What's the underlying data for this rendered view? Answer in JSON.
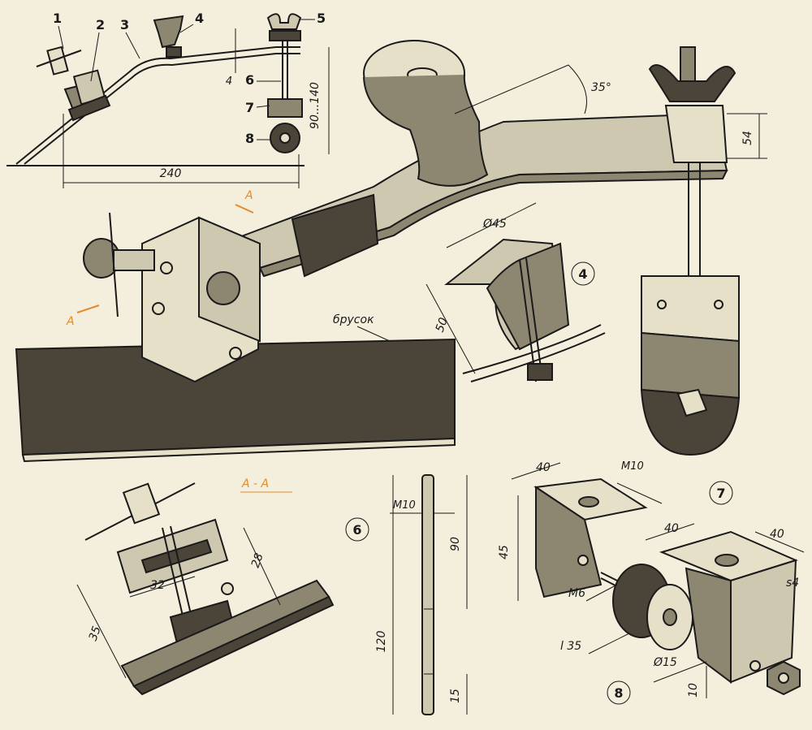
{
  "callouts": {
    "c1": "1",
    "c2": "2",
    "c3": "3",
    "c4": "4",
    "c5": "5",
    "c6": "6",
    "c7": "7",
    "c8": "8"
  },
  "side_view_dims": {
    "length": "240",
    "height": "90...140",
    "thickness": "4"
  },
  "main_view": {
    "angle": "35°",
    "width": "54",
    "section_marker_top": "A",
    "section_marker_left": "A",
    "stone_label": "брусок"
  },
  "detail_4": {
    "id": "4",
    "diameter": "Ø45",
    "height": "50"
  },
  "section_aa": {
    "title": "А - А",
    "dim_35": "35",
    "dim_32": "32",
    "dim_28": "28"
  },
  "detail_6": {
    "id": "6",
    "thread": "M10",
    "total": "120",
    "thread_len": "90",
    "end_len": "15"
  },
  "detail_7_8": {
    "id7": "7",
    "id8": "8",
    "width": "40",
    "thread": "M10",
    "height": "45",
    "depth": "40",
    "side": "40",
    "thickness": "s4",
    "axle_thread": "M6",
    "axle_len": "l 35",
    "roller_dia": "Ø15",
    "offset": "10"
  }
}
